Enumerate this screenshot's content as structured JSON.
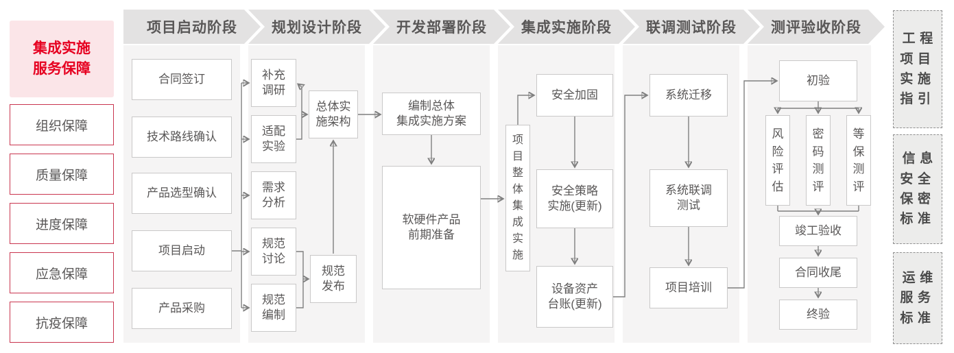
{
  "sidebar": {
    "title": "集成实施\n服务保障",
    "items": [
      "组织保障",
      "质量保障",
      "进度保障",
      "应急保障",
      "抗疫保障"
    ]
  },
  "phases": [
    {
      "label": "项目启动阶段"
    },
    {
      "label": "规划设计阶段"
    },
    {
      "label": "开发部署阶段"
    },
    {
      "label": "集成实施阶段"
    },
    {
      "label": "联调测试阶段"
    },
    {
      "label": "测评验收阶段"
    }
  ],
  "flow": {
    "startup": {
      "items": [
        "合同签订",
        "技术路线确认",
        "产品选型确认",
        "项目启动",
        "产品采购"
      ]
    },
    "planning": {
      "inputs": [
        "补充\n调研",
        "适配\n实验",
        "需求\n分析",
        "规范\n讨论",
        "规范\n编制"
      ],
      "architecture": "总体实\n施架构",
      "release": "规范\n发布"
    },
    "development": {
      "plan": "编制总体\n集成实施方案",
      "prep": "软硬件产品\n前期准备"
    },
    "integration": {
      "main": "项\n目\n整\n体\n集\n成\n实\n施",
      "steps": [
        "安全加固",
        "安全策略\n实施(更新)",
        "设备资产\n台账(更新)"
      ]
    },
    "testing": {
      "steps": [
        "系统迁移",
        "系统联调\n测试",
        "项目培训"
      ]
    },
    "acceptance": {
      "initial": "初验",
      "evaluations": [
        "风\n险\n评\n估",
        "密\n码\n测\n评",
        "等\n保\n测\n评"
      ],
      "final_steps": [
        "竣工验收",
        "合同收尾",
        "终验"
      ]
    }
  },
  "right_panel": {
    "items": [
      "工程\n项目\n实施\n指引",
      "信息\n安全\n保密\n标准",
      "运维\n服务\n标准"
    ]
  },
  "colors": {
    "accent_red": "#e60020",
    "border_red": "#c9344e",
    "title_bg": "#fbe5e8",
    "header_bg": "#e3e2e2",
    "strip_bg": "#f5f4f4",
    "box_border": "#c9c8c8",
    "text_gray": "#595757",
    "connector": "#7f7f7f"
  }
}
